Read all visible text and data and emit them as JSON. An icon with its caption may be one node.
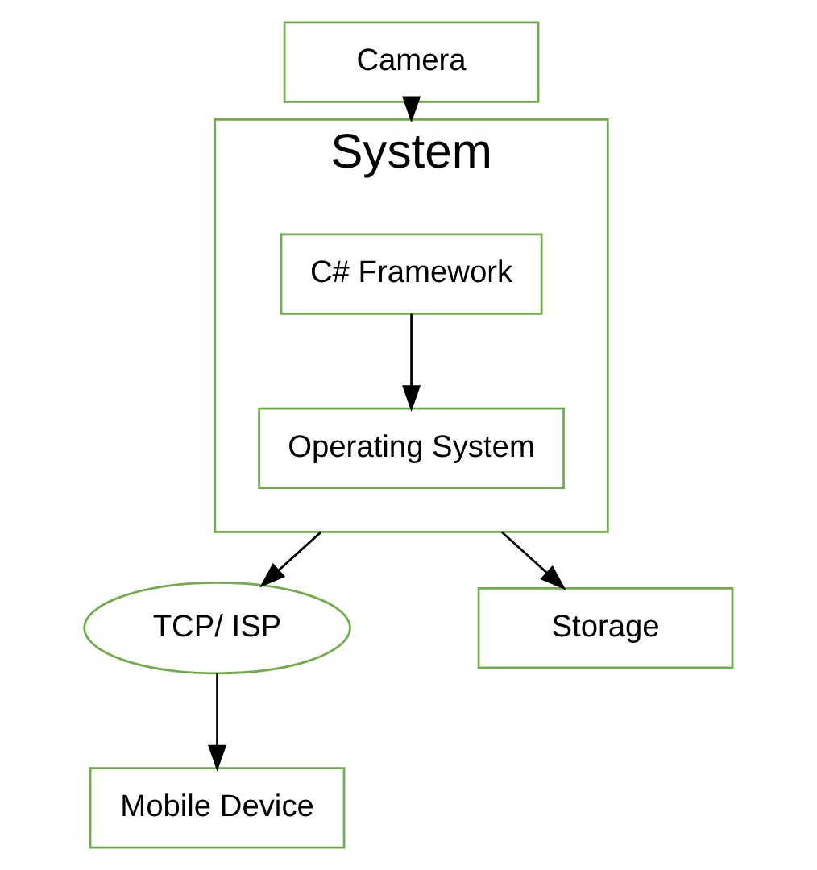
{
  "diagram": {
    "nodes": [
      {
        "text": [
          "Camera"
        ]
      },
      {
        "text": [
          "System"
        ]
      },
      {
        "text": [
          "C# Framework"
        ],
        "in": 1
      },
      {
        "text": [
          "Operating System"
        ],
        "in": 1
      },
      {
        "text": [
          "TCP/ ISP"
        ]
      },
      {
        "text": [
          "Storage"
        ]
      },
      {
        "text": [
          "Mobile Device"
        ]
      }
    ],
    "edges": [
      {
        "from": 0,
        "to": 1,
        "arrow": "to"
      },
      {
        "from": 2,
        "to": 3,
        "arrow": "to"
      },
      {
        "from": 1,
        "to": 4,
        "arrow": "to"
      },
      {
        "from": 4,
        "to": 6,
        "arrow": "to"
      },
      {
        "from": 1,
        "to": 5,
        "arrow": "to"
      }
    ]
  }
}
